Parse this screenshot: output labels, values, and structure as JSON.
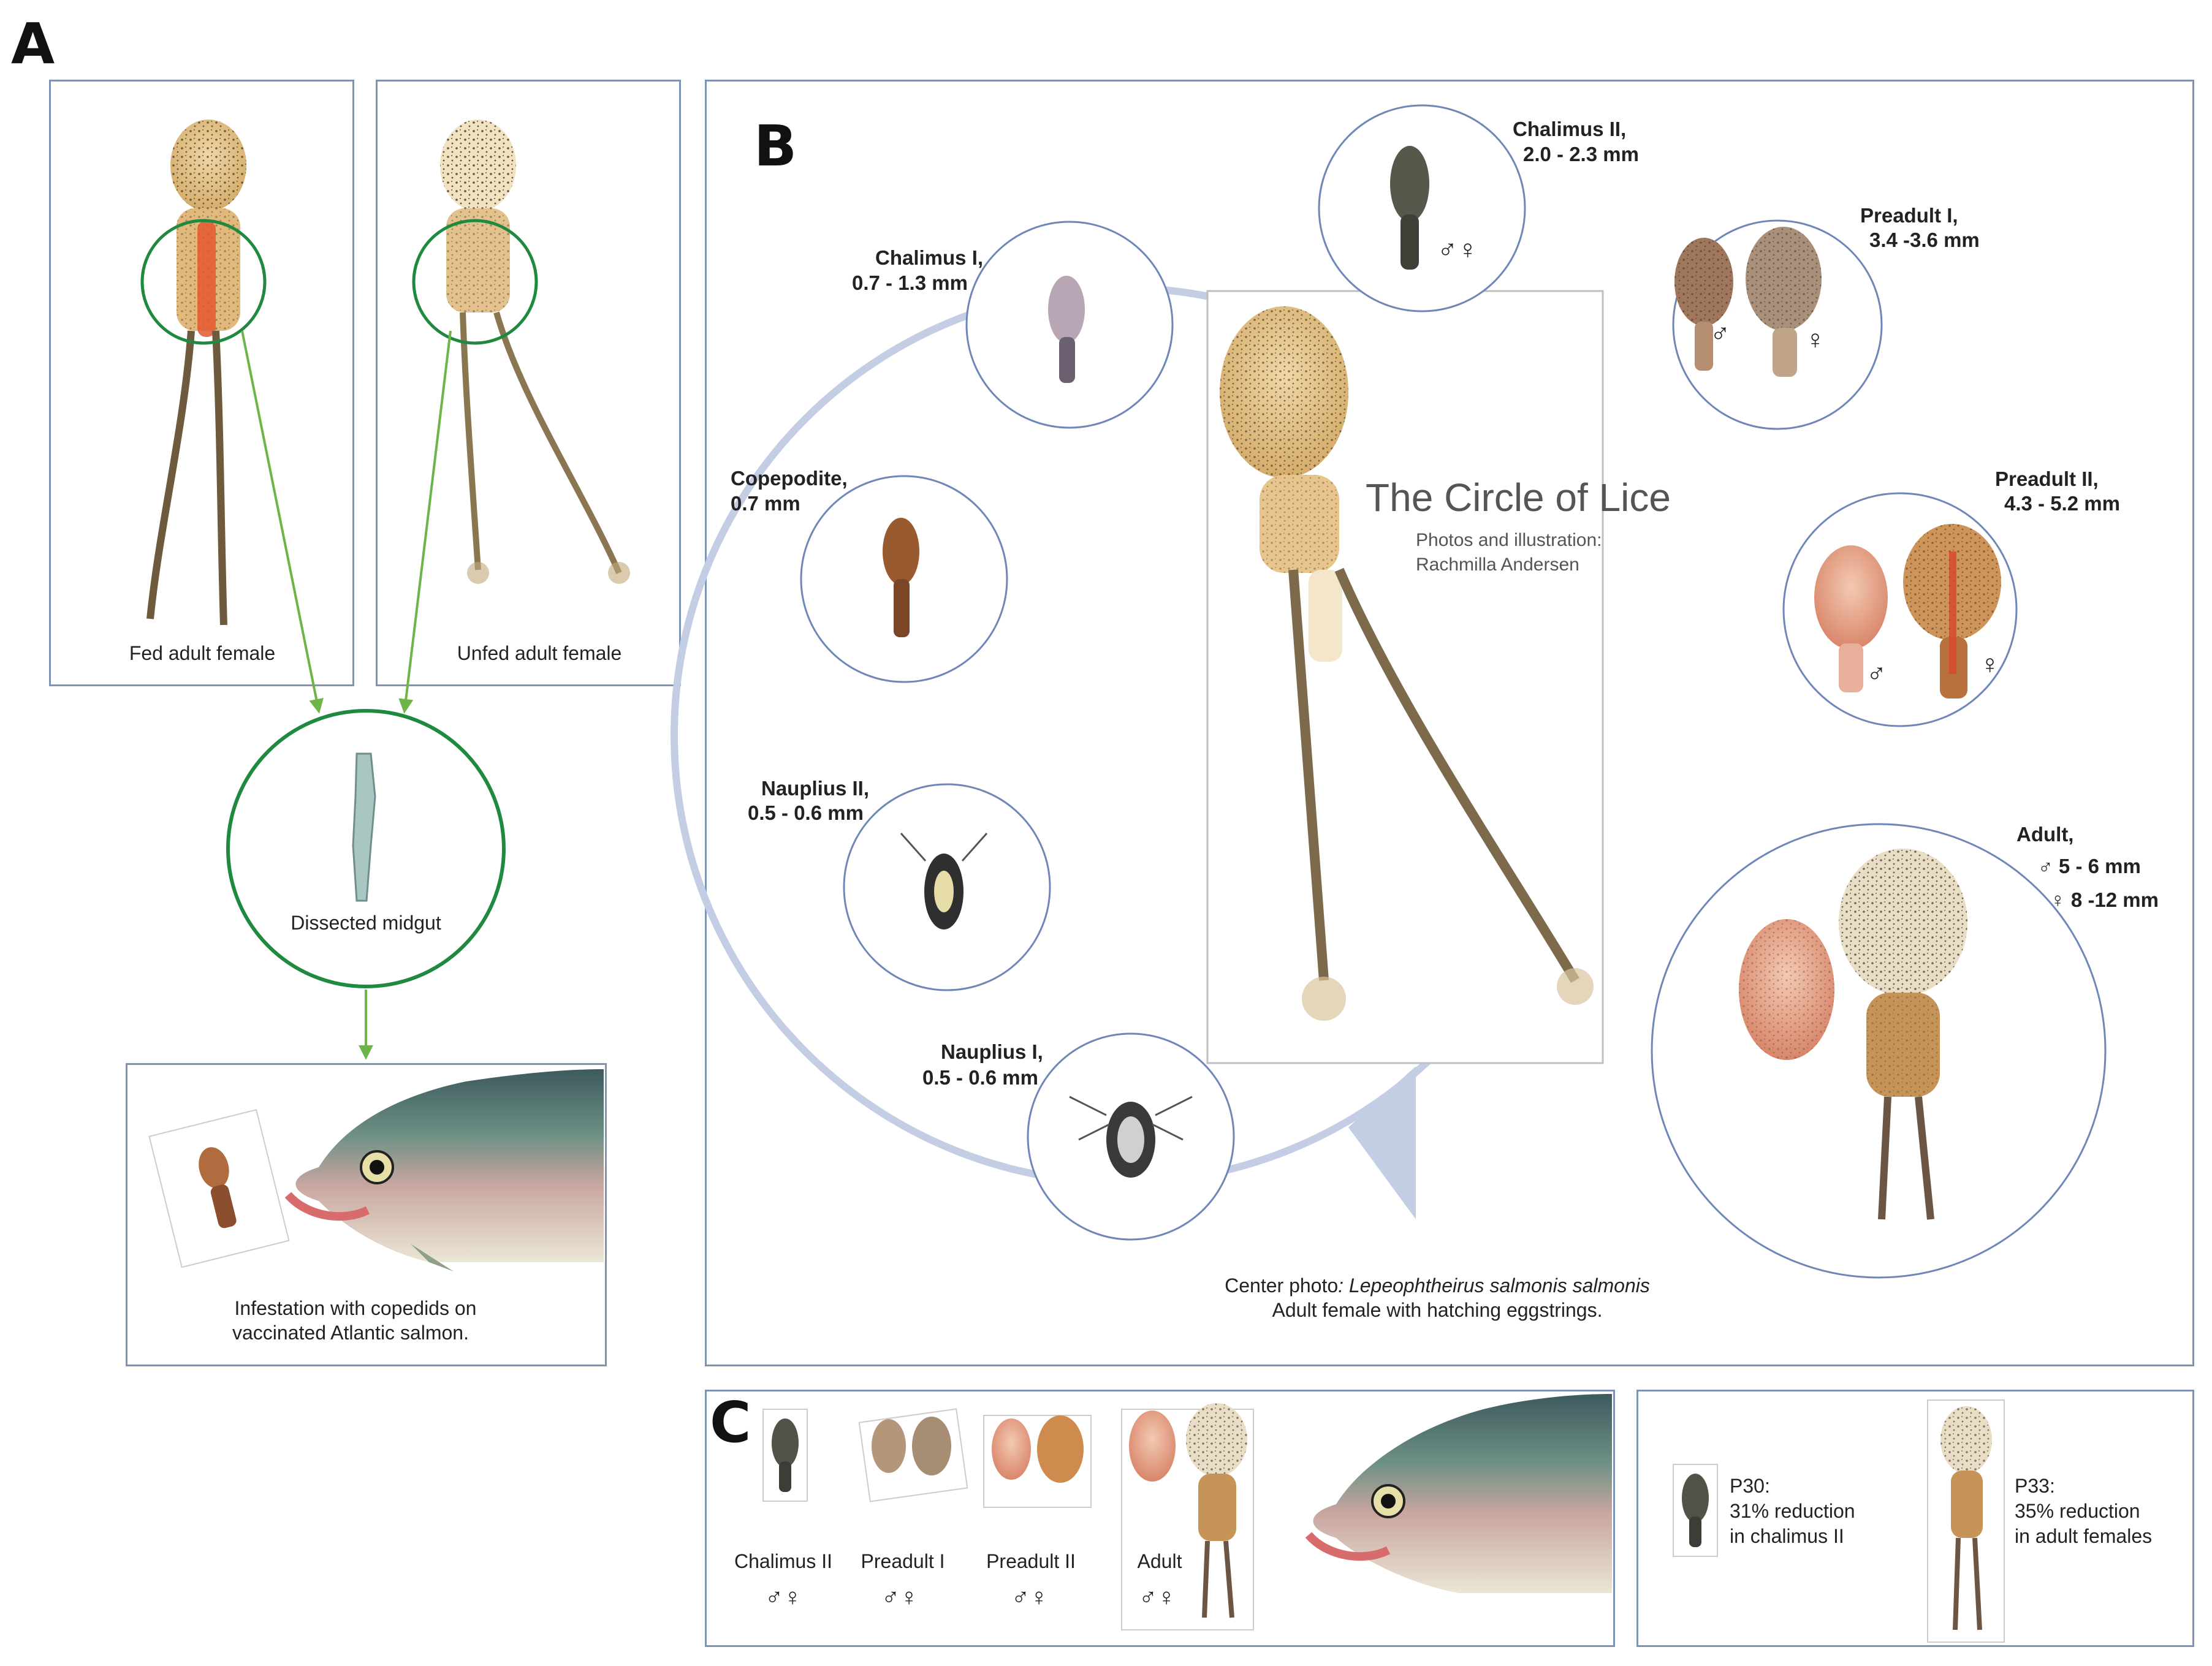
{
  "panelA": {
    "letter": "A",
    "fed_label": "Fed adult female",
    "unfed_label": "Unfed adult female",
    "midgut_label": "Dissected midgut",
    "infestation_line1": "Infestation with copedids on",
    "infestation_line2": "vaccinated Atlantic salmon."
  },
  "panelB": {
    "letter": "B",
    "title": "The Circle of Lice",
    "credit_line1": "Photos and illustration:",
    "credit_line2": "Rachmilla Andersen",
    "stages": [
      {
        "name": "Chalimus II,",
        "size": "2.0 - 2.3 mm",
        "sex": "♂♀"
      },
      {
        "name": "Preadult I,",
        "size": "3.4 -3.6 mm",
        "male": "♂",
        "female": "♀"
      },
      {
        "name": "Preadult II,",
        "size": "4.3 - 5.2 mm",
        "male": "♂",
        "female": "♀"
      },
      {
        "name": "Adult,",
        "male_size": "♂ 5 - 6 mm",
        "female_size": "♀ 8 -12 mm"
      },
      {
        "name": "Nauplius I,",
        "size": "0.5 - 0.6 mm"
      },
      {
        "name": "Nauplius II,",
        "size": "0.5 - 0.6 mm"
      },
      {
        "name": "Copepodite,",
        "size": "0.7 mm"
      },
      {
        "name": "Chalimus I,",
        "size": "0.7 - 1.3 mm"
      }
    ],
    "center_caption_prefix": "Center photo",
    "center_caption_species": ": Lepeophtheirus salmonis salmonis",
    "center_caption_line2": "Adult female with hatching eggstrings."
  },
  "panelC": {
    "letter": "C",
    "stages": [
      {
        "name": "Chalimus II",
        "sex": "♂♀"
      },
      {
        "name": "Preadult I",
        "sex": "♂♀"
      },
      {
        "name": "Preadult II",
        "sex": "♂♀"
      },
      {
        "name": "Adult",
        "sex": "♂♀"
      }
    ],
    "p30_line1": "P30:",
    "p30_line2": "31% reduction",
    "p30_line3": "in chalimus II",
    "p33_line1": "P33:",
    "p33_line2": "35% reduction",
    "p33_line3": "in adult females"
  },
  "colors": {
    "frame": "#7f93b4",
    "cycle_ring": "#c3cde4",
    "circle_stroke": "#6f86b8",
    "green": "#1f8a3f",
    "arrow_green": "#6db548",
    "louse_body": "#d9b57a",
    "louse_dark": "#4a4236"
  }
}
